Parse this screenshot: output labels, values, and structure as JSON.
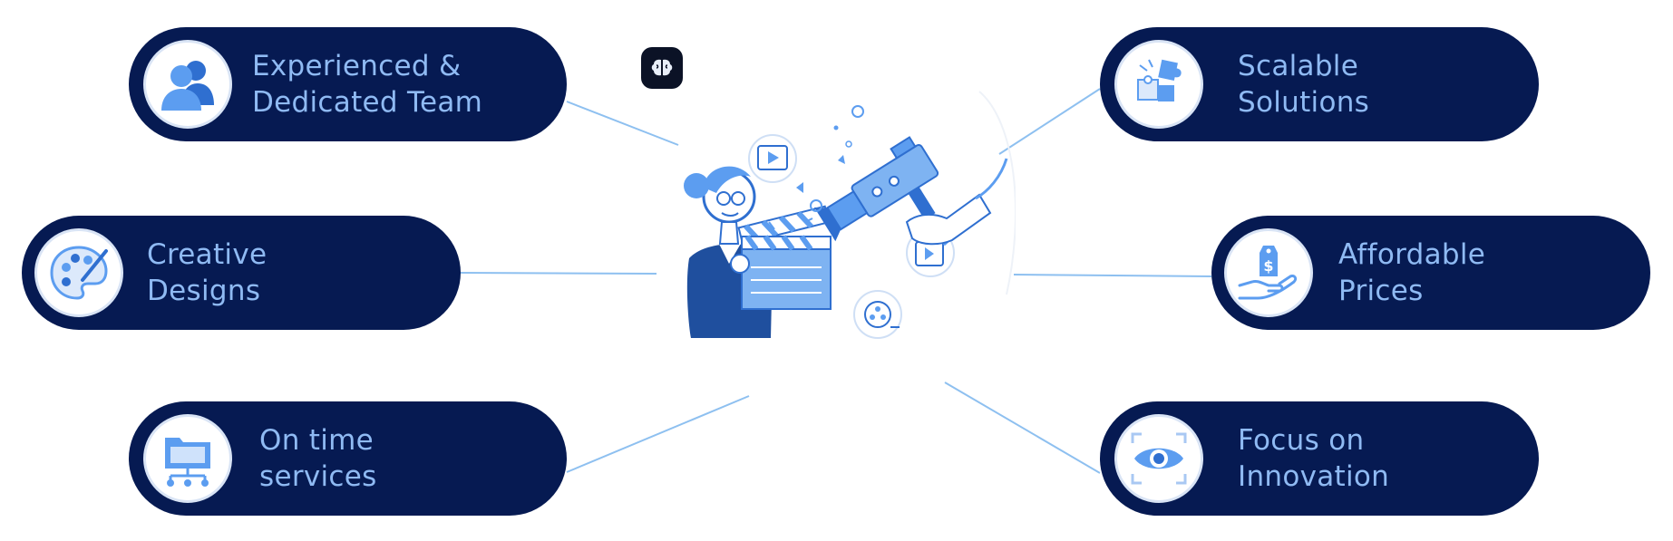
{
  "colors": {
    "pill_background": "#061a52",
    "label_text": "#8fbaf3",
    "icon_blue": "#5c9df0",
    "icon_blue_dark": "#2f6fd0",
    "connector_line": "#8ec0f0"
  },
  "items": [
    {
      "id": "experienced-team",
      "lines": [
        "Experienced &",
        "Dedicated Team"
      ],
      "icon": "team-users-icon"
    },
    {
      "id": "creative-designs",
      "lines": [
        "Creative",
        "Designs"
      ],
      "icon": "paint-palette-icon"
    },
    {
      "id": "on-time-services",
      "lines": [
        "On time",
        "services"
      ],
      "icon": "folder-network-icon"
    },
    {
      "id": "scalable-solutions",
      "lines": [
        "Scalable",
        "Solutions"
      ],
      "icon": "puzzle-pieces-icon"
    },
    {
      "id": "affordable-prices",
      "lines": [
        "Affordable",
        "Prices"
      ],
      "icon": "price-tag-hand-icon"
    },
    {
      "id": "focus-innovation",
      "lines": [
        "Focus on",
        "Innovation"
      ],
      "icon": "eye-focus-icon"
    }
  ],
  "center": {
    "illustration": "video-production-illustration-icon",
    "badge_icon": "brain-icon"
  }
}
